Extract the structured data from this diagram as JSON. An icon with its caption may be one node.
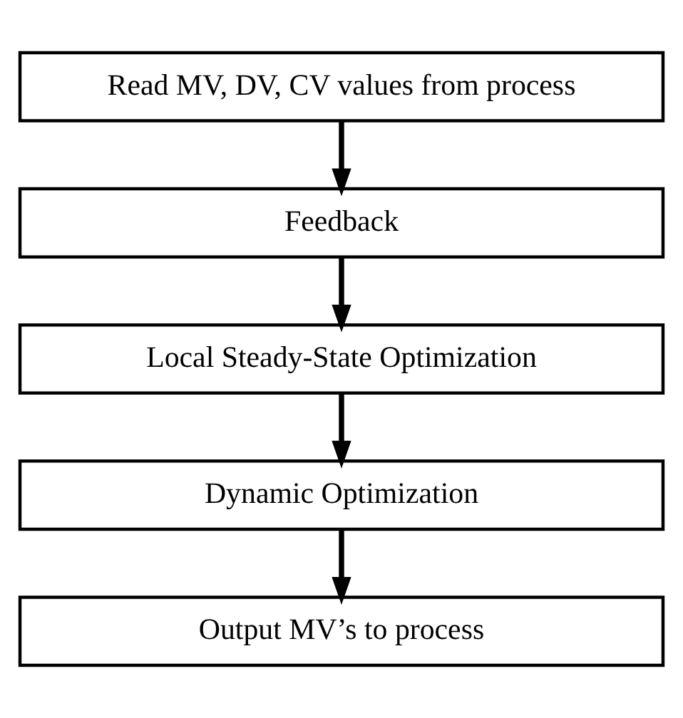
{
  "diagram": {
    "nodes": [
      {
        "text": [
          "Read MV, DV, CV values from process"
        ]
      },
      {
        "text": [
          "Feedback"
        ]
      },
      {
        "text": [
          "Local Steady-State Optimization"
        ]
      },
      {
        "text": [
          "Dynamic Optimization"
        ]
      },
      {
        "text": [
          "Output MV’s to process"
        ]
      }
    ],
    "edges": [
      {
        "from": 0,
        "to": 1,
        "arrow": "to"
      },
      {
        "from": 1,
        "to": 2,
        "arrow": "to"
      },
      {
        "from": 2,
        "to": 3,
        "arrow": "to"
      },
      {
        "from": 3,
        "to": 4,
        "arrow": "to"
      }
    ]
  }
}
